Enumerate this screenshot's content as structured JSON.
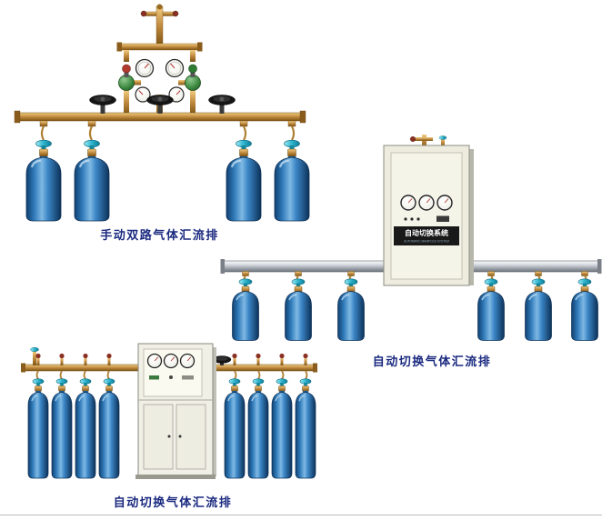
{
  "products": [
    {
      "caption": "手动双路气体汇流排"
    },
    {
      "caption": "自动切换气体汇流排",
      "cabinet_label": "自动切换系统",
      "cabinet_sublabel": "AUTOMATIC MANIFOLD SYSTEM"
    },
    {
      "caption": "自动切换气体汇流排"
    }
  ],
  "colors": {
    "caption_text": "#1b2a80",
    "cylinder_blue": "#2e79b8",
    "valve_cap_teal": "#2fb3cc",
    "brass": "#c08a3e",
    "manifold_silver": "#c8ccd2",
    "regulator_green": "#2e7d32"
  }
}
